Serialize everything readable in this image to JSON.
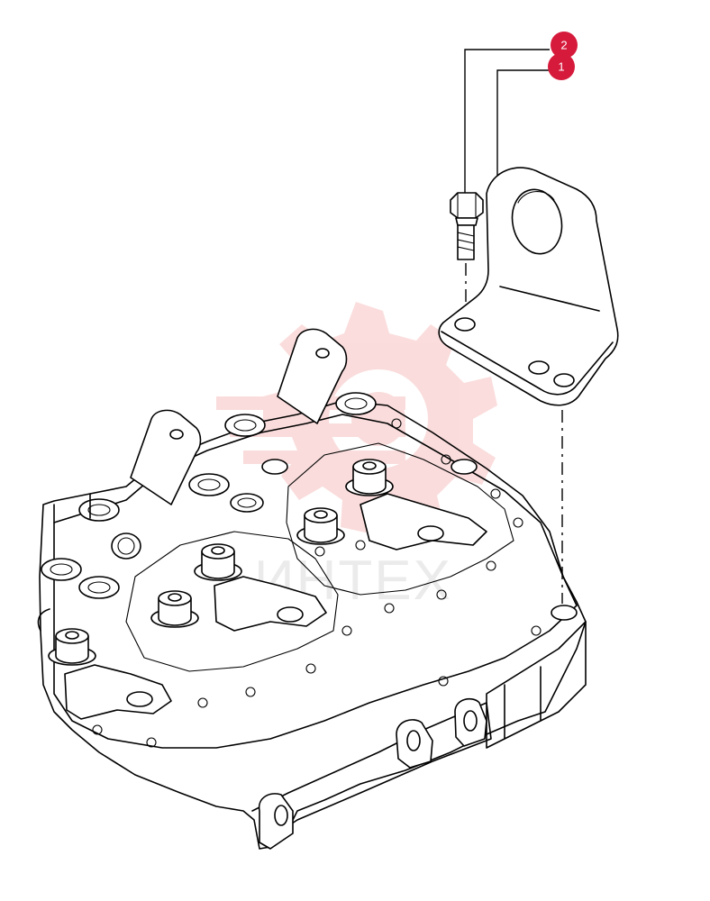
{
  "callouts": [
    {
      "label": "2"
    },
    {
      "label": "1"
    }
  ],
  "watermark": {
    "text": "ИНТЕХ",
    "color": "#e52a2a"
  },
  "colors": {
    "callout": "#d61a3c",
    "line": "#000000",
    "background": "#ffffff"
  }
}
